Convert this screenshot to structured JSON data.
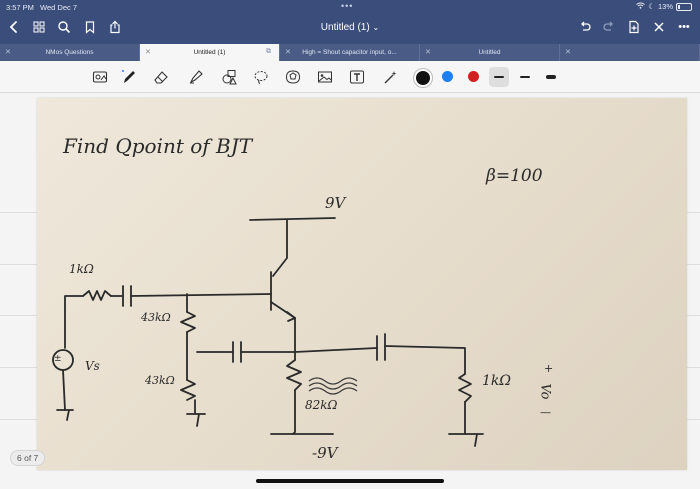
{
  "status": {
    "time": "3:57 PM",
    "date": "Wed Dec 7",
    "battery": "13%"
  },
  "header": {
    "title": "Untitled (1)",
    "title_chevron": "⌄"
  },
  "tabs": [
    {
      "label": "NMos Questions",
      "active": false
    },
    {
      "label": "Untitled (1)",
      "active": true
    },
    {
      "label": "High = Shout capacitor input, o...",
      "active": false
    },
    {
      "label": "Untitled",
      "active": false
    },
    {
      "label": "",
      "active": false
    }
  ],
  "toolbar": {
    "tools": [
      "lasso-image-icon",
      "pen-icon",
      "eraser-icon",
      "highlighter-icon",
      "shapes-icon",
      "lasso-icon",
      "sticker-icon",
      "image-icon",
      "text-icon",
      "magic-pen-icon"
    ],
    "colors": [
      "#111111",
      "#1e7ff0",
      "#d22020"
    ]
  },
  "note": {
    "page_indicator": "6 of 7",
    "handwriting": {
      "heading": "Find Qpoint of BJT",
      "beta": "β=100",
      "vcc": "9V",
      "vee": "-9V",
      "r_source": "1kΩ",
      "r_top": "43kΩ",
      "r_bottom": "43kΩ",
      "r_emitter": "82kΩ",
      "r_load": "1kΩ",
      "vs": "Vs",
      "vo": "Vo",
      "plus": "+",
      "minus": "—",
      "source_symbol": "±"
    }
  }
}
